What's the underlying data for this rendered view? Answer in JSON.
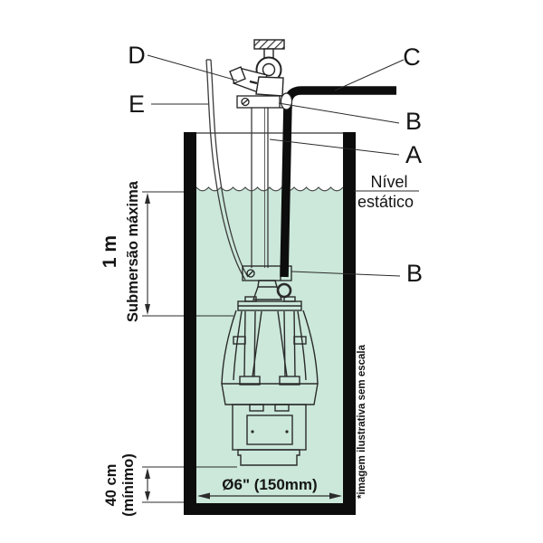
{
  "diagram": {
    "type": "submersible-pump-well-installation",
    "callouts": {
      "d": "D",
      "e": "E",
      "c": "C",
      "b_upper": "B",
      "a": "A",
      "b_lower": "B"
    },
    "water_level_label": {
      "line1": "Nível",
      "line2": "estático"
    },
    "max_submersion": {
      "value": "1 m",
      "label": "Submersão máxima"
    },
    "min_bottom_clearance": {
      "value": "40 cm",
      "qualifier": "(mínimo)"
    },
    "well_diameter": "Ø6\" (150mm)",
    "disclaimer": "*imagem ilustrativa sem escala",
    "colors": {
      "water": "#cbe8da",
      "structure": "#0d0d0d",
      "ink": "#2b2b2b"
    }
  }
}
